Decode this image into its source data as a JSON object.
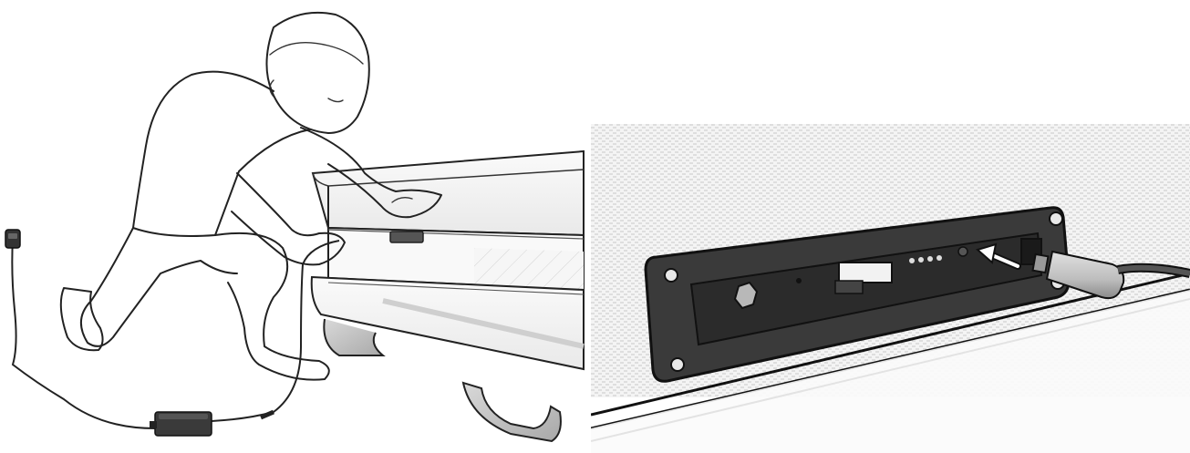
{
  "figure": {
    "panels": [
      {
        "id": "left",
        "subject": "person-kneeling-connecting-power-cable-to-bed"
      },
      {
        "id": "right",
        "subject": "closeup-of-bed-control-port-panel-with-cable-and-arrow"
      }
    ]
  },
  "icons": {
    "arrow": "arrow-pointing-left",
    "plug": "wall-plug",
    "adapter": "power-adapter-brick"
  },
  "colors": {
    "line_art": "#222222",
    "panel_frame": "#3a3a3a",
    "panel_inner": "#2b2b2b",
    "fabric": "#f3f3f3",
    "plug_body": "#c9c9c9",
    "arrow": "#ffffff"
  }
}
